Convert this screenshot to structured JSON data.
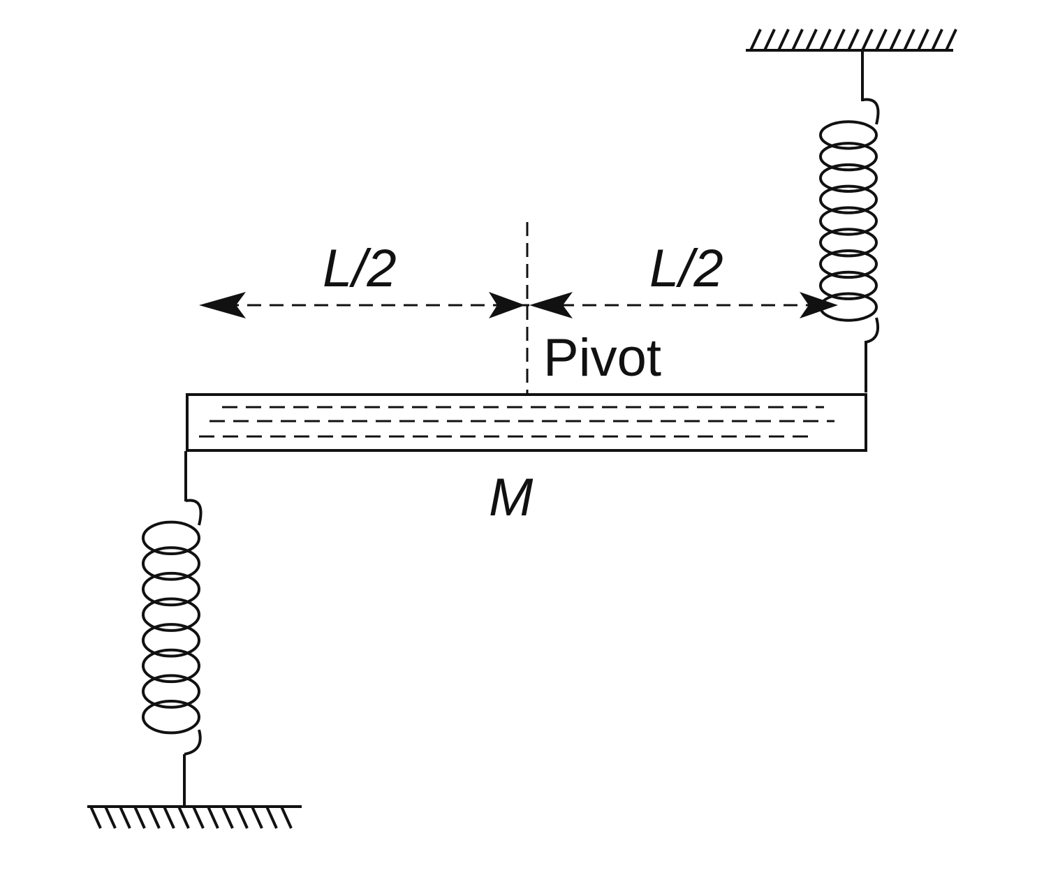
{
  "labels": {
    "left_length": "L/2",
    "right_length": "L/2",
    "pivot": "Pivot",
    "mass": "M"
  },
  "springs": {
    "right_turns": 9,
    "left_turns": 8
  },
  "colors": {
    "ink": "#111111",
    "background": "#ffffff"
  }
}
